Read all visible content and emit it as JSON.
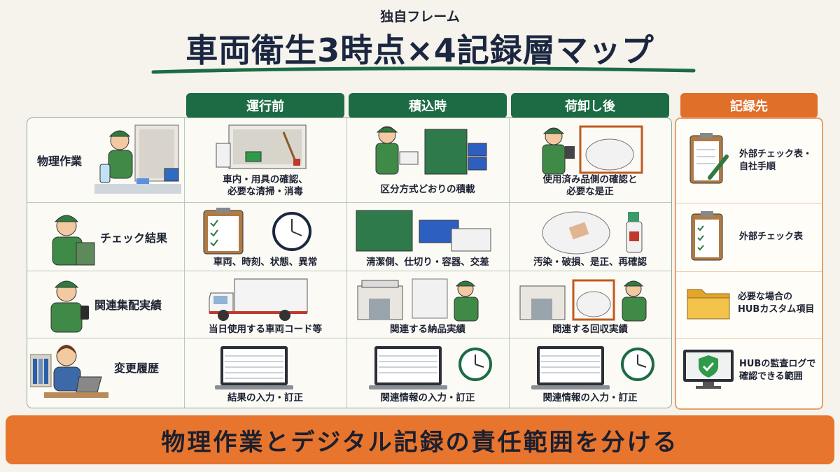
{
  "header": {
    "subtitle": "独自フレーム",
    "title": "車両衛生3時点×4記録層マップ"
  },
  "columns": [
    "運行前",
    "積込時",
    "荷卸し後"
  ],
  "destination_header": "記録先",
  "rows": [
    {
      "label": "物理作業",
      "cells": [
        [
          "車内・用具の確認、",
          "必要な清掃・消毒"
        ],
        [
          "区分方式どおりの積載"
        ],
        [
          "使用済み品側の確認と",
          "必要な是正"
        ]
      ],
      "destination": [
        "外部チェック表・",
        "自社手順"
      ]
    },
    {
      "label": "チェック結果",
      "cells": [
        [
          "車両、時刻、状態、異常"
        ],
        [
          "清潔側、仕切り・容器、交差"
        ],
        [
          "汚染・破損、是正、再確認"
        ]
      ],
      "destination": [
        "外部チェック表"
      ]
    },
    {
      "label": "関連集配実績",
      "cells": [
        [
          "当日使用する車両コード等"
        ],
        [
          "関連する納品実績"
        ],
        [
          "関連する回収実績"
        ]
      ],
      "destination": [
        "必要な場合の",
        "HUBカスタム項目"
      ]
    },
    {
      "label": "変更履歴",
      "cells": [
        [
          "結果の入力・訂正"
        ],
        [
          "関連情報の入力・訂正"
        ],
        [
          "関連情報の入力・訂正"
        ]
      ],
      "destination": [
        "HUBの監査ログで",
        "確認できる範囲"
      ]
    }
  ],
  "footer": "物理作業とデジタル記録の責任範囲を分ける",
  "colors": {
    "green": "#1d6b44",
    "orange": "#e06f2a",
    "footer": "#e8752e",
    "navy": "#1b2740"
  }
}
